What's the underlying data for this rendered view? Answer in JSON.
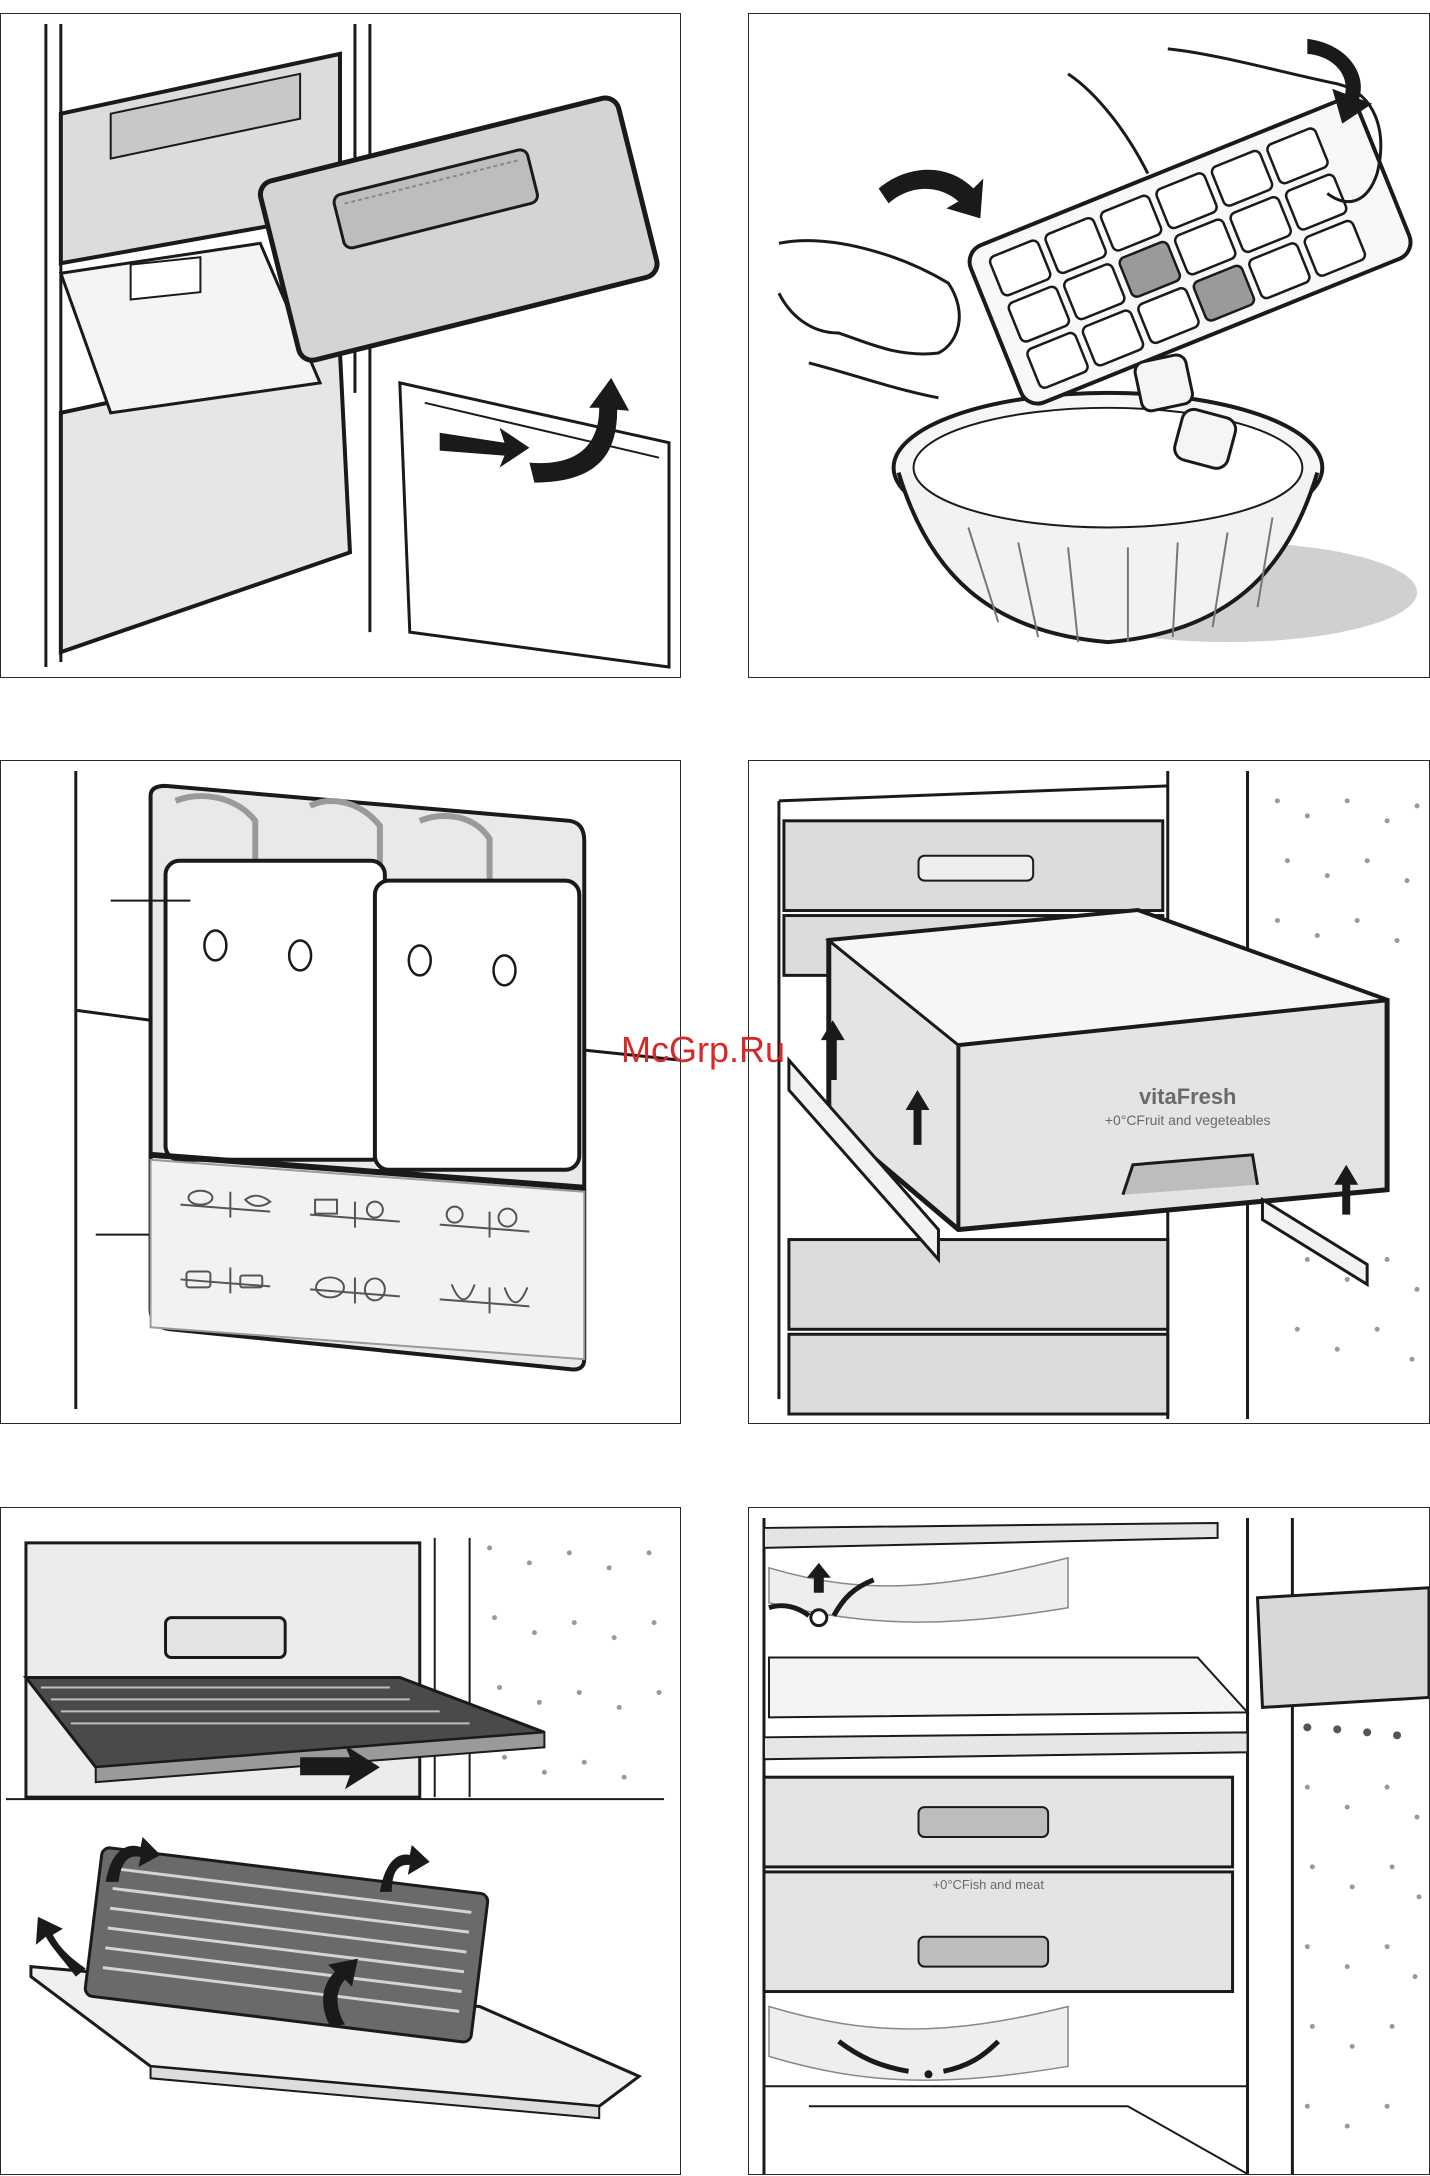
{
  "watermark": "McGrp.Ru",
  "panels": [
    {
      "id": "drawer-removal"
    },
    {
      "id": "ice-tray"
    },
    {
      "id": "freezer-packs"
    },
    {
      "id": "vitafresh-drawer"
    },
    {
      "id": "shelf-removal"
    },
    {
      "id": "fish-meat-drawer"
    }
  ],
  "vitafresh": {
    "brand": "vitaFresh",
    "label": "+0°CFruit and vegeteables"
  },
  "fishmeat": {
    "label": "+0°CFish and meat"
  },
  "colors": {
    "line": "#1a1a1a",
    "fill_light": "#eeeeee",
    "fill_mid": "#d8d8d8",
    "fill_dark": "#9a9a9a",
    "watermark": "#d42a2a"
  }
}
